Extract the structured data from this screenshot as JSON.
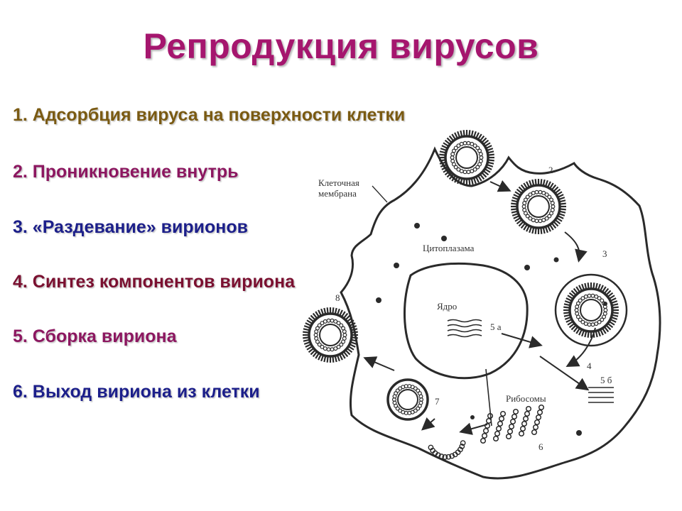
{
  "title": "Репродукция вирусов",
  "colors": {
    "title": "#a5166e",
    "step1": "#7a5a12",
    "step2": "#8c1760",
    "step3": "#1c1f8a",
    "step4": "#7a1030",
    "step5": "#8c1760",
    "step6": "#1c1f8a",
    "diagram_ink": "#2a2a2a"
  },
  "steps": [
    "1. Адсорбция вируса на поверхности клетки",
    "2. Проникновение внутрь",
    "3. «Раздевание» вирионов",
    "4. Синтез компонентов вириона",
    "5. Сборка вириона",
    "6. Выход вириона из клетки"
  ],
  "diagram": {
    "labels": {
      "membrane": [
        "Клеточная",
        "мембрана"
      ],
      "cytoplasm": "Цитоплазама",
      "nucleus": "Ядро",
      "ribosomes": "Рибосомы"
    },
    "stage_numbers": {
      "s2": "2",
      "s3": "3",
      "s4": "4",
      "s5a": "5 а",
      "s5b": "5 б",
      "s6": "6",
      "s7": "7",
      "s8": "8"
    }
  }
}
